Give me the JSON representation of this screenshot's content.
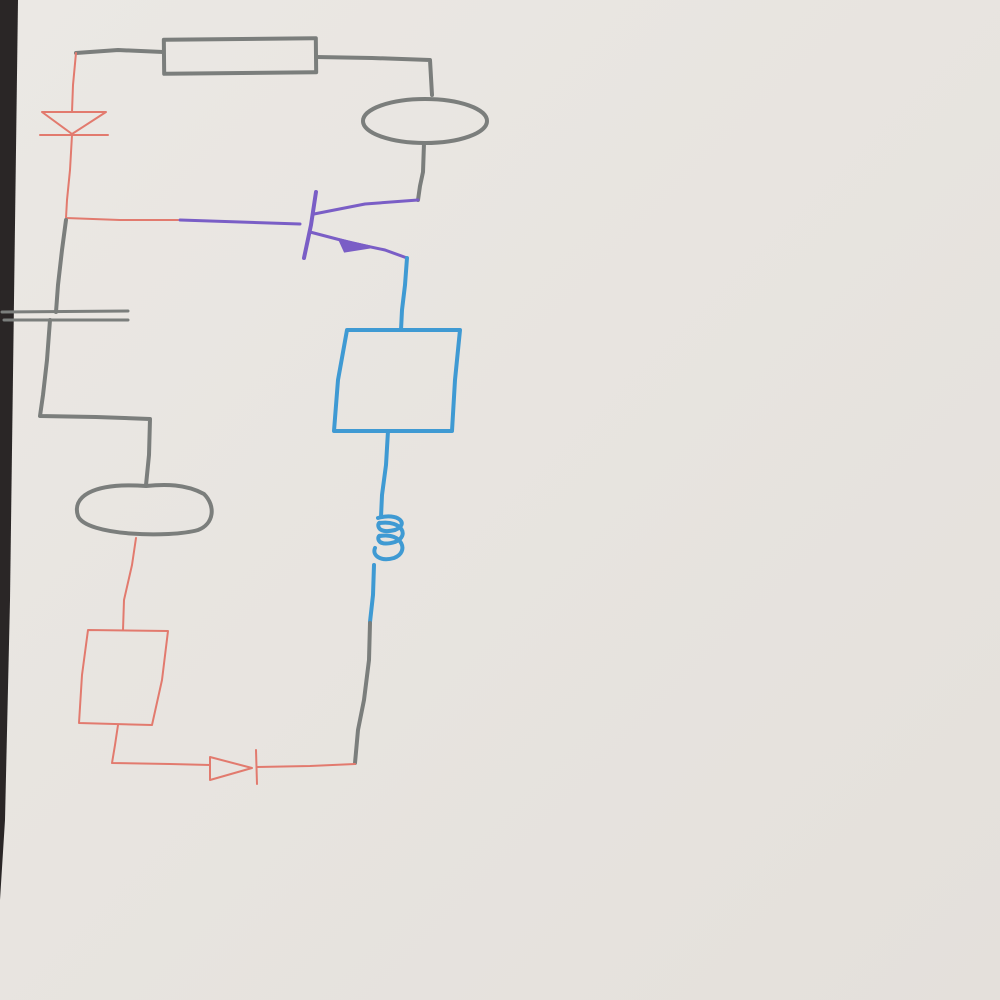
{
  "colors": {
    "paper": "#e4e0db",
    "paper_light": "#ebe8e4",
    "binder_edge": "#2a2626",
    "gray_ink": "#7b7e7c",
    "red_ink": "#e27a6e",
    "purple_ink": "#7a5ec6",
    "blue_ink": "#3f9ad3"
  },
  "diagram": {
    "kind": "hand-drawn circuit schematic",
    "labels": [],
    "components": [
      {
        "type": "resistor",
        "ink": "gray"
      },
      {
        "type": "lamp",
        "ink": "gray"
      },
      {
        "type": "diode",
        "ink": "red"
      },
      {
        "type": "transistor-npn",
        "ink": "purple"
      },
      {
        "type": "capacitor",
        "ink": "gray"
      },
      {
        "type": "resistor",
        "ink": "blue"
      },
      {
        "type": "inductor",
        "ink": "blue"
      },
      {
        "type": "lamp",
        "ink": "gray"
      },
      {
        "type": "resistor",
        "ink": "red"
      },
      {
        "type": "diode",
        "ink": "red"
      }
    ]
  }
}
